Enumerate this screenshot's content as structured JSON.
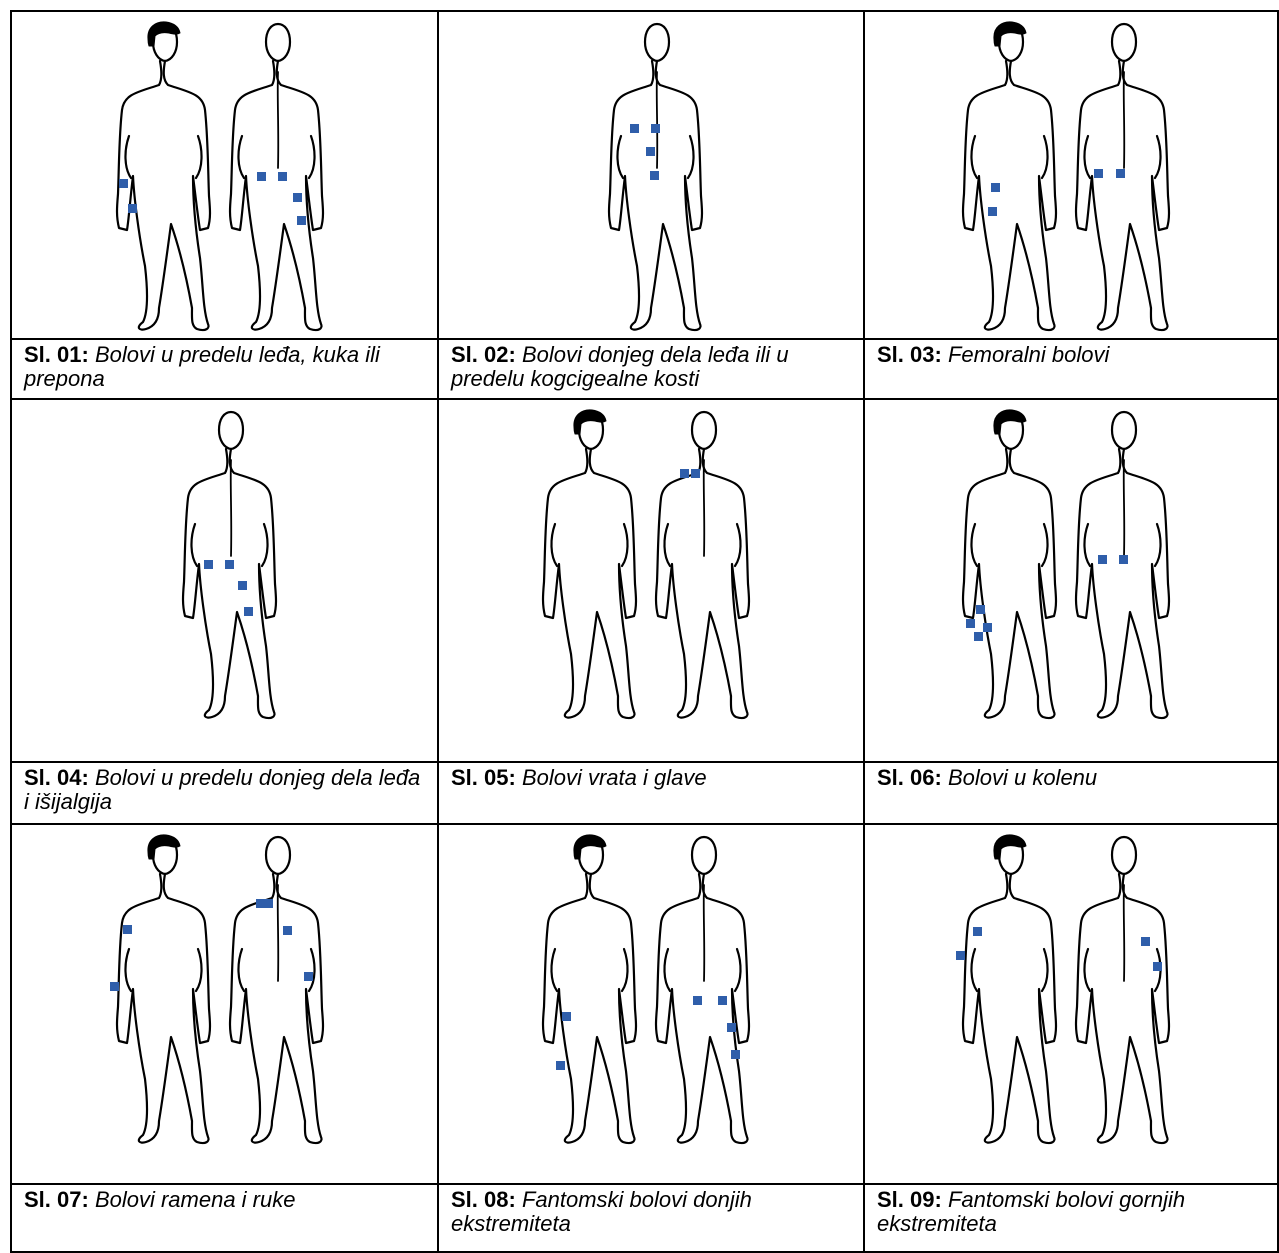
{
  "colors": {
    "marker": "#2f5eaa",
    "line": "#000000"
  },
  "figures": [
    {
      "num": "Sl. 01:",
      "text": "Bolovi u predelu leđa, kuka ili prepona",
      "layout": "pair",
      "front": [
        [
          10,
          155
        ],
        [
          19,
          180
        ]
      ],
      "back": [
        [
          42,
          148
        ],
        [
          63,
          148
        ],
        [
          78,
          169
        ],
        [
          82,
          192
        ]
      ]
    },
    {
      "num": "Sl. 02:",
      "text": "Bolovi donjeg dela leđa ili u predelu kogcigealne kosti",
      "layout": "single",
      "back": [
        [
          36,
          100
        ],
        [
          57,
          100
        ],
        [
          52,
          123
        ],
        [
          56,
          147
        ]
      ]
    },
    {
      "num": "Sl. 03:",
      "text": "Femoralni bolovi",
      "layout": "pair",
      "front": [
        [
          36,
          159
        ],
        [
          33,
          183
        ]
      ],
      "back": [
        [
          33,
          145
        ],
        [
          55,
          145
        ]
      ]
    },
    {
      "num": "Sl. 04:",
      "text": "Bolovi u predelu donjeg dela leđa i išijalgija",
      "layout": "single",
      "back": [
        [
          36,
          148
        ],
        [
          57,
          148
        ],
        [
          70,
          169
        ],
        [
          76,
          195
        ]
      ]
    },
    {
      "num": "Sl. 05:",
      "text": "Bolovi vrata i glave",
      "layout": "pair",
      "back": [
        [
          39,
          57
        ],
        [
          50,
          57
        ]
      ]
    },
    {
      "num": "Sl. 06:",
      "text": "Bolovi u kolenu",
      "layout": "pair",
      "front": [
        [
          21,
          193
        ],
        [
          11,
          207
        ],
        [
          28,
          211
        ],
        [
          19,
          220
        ]
      ],
      "back": [
        [
          37,
          143
        ],
        [
          58,
          143
        ]
      ]
    },
    {
      "num": "Sl. 07:",
      "text": "Bolovi ramena i ruke",
      "layout": "pair",
      "front": [
        [
          14,
          88
        ],
        [
          1,
          145
        ]
      ],
      "back": [
        [
          41,
          62
        ],
        [
          49,
          62
        ],
        [
          68,
          89
        ],
        [
          89,
          135
        ]
      ]
    },
    {
      "num": "Sl. 08:",
      "text": "Fantomski bolovi donjih ekstremiteta",
      "layout": "pair",
      "front": [
        [
          27,
          175
        ],
        [
          21,
          224
        ]
      ],
      "back": [
        [
          52,
          159
        ],
        [
          77,
          159
        ],
        [
          86,
          186
        ],
        [
          90,
          213
        ]
      ]
    },
    {
      "num": "Sl. 09:",
      "text": "Fantomski bolovi gornjih ekstremiteta",
      "layout": "pair",
      "front": [
        [
          18,
          90
        ],
        [
          1,
          114
        ]
      ],
      "back": [
        [
          80,
          100
        ],
        [
          92,
          125
        ]
      ]
    }
  ]
}
